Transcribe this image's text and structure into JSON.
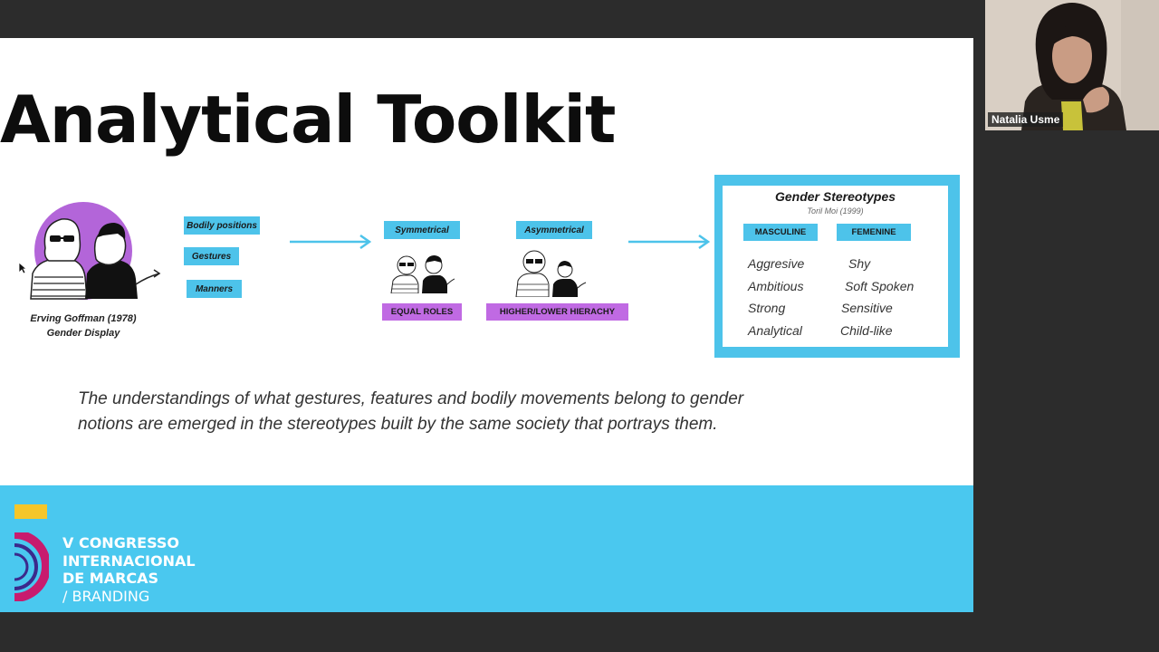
{
  "slide": {
    "title": "Analytical Toolkit",
    "caption_line1": "Erving Goffman  (1978)",
    "caption_line2": "Gender Display",
    "chips": {
      "bodily_positions": "Bodily positions",
      "gestures": "Gestures",
      "manners": "Manners",
      "symmetrical": "Symmetrical",
      "asymmetrical": "Asymmetrical",
      "equal_roles": "EQUAL ROLES",
      "hierarchy": "HIGHER/LOWER HIERACHY"
    },
    "stereotypes": {
      "title": "Gender Stereotypes",
      "subtitle": "Toril Moi (1999)",
      "masculine_header": "MASCULINE",
      "femenine_header": "FEMENINE",
      "masculine": [
        "Aggresive",
        "Ambitious",
        "Strong",
        "Analytical"
      ],
      "femenine": [
        "Shy",
        "Soft Spoken",
        "Sensitive",
        "Child-like"
      ]
    },
    "description": "The understandings of what gestures, features and bodily movements belong to gender notions are emerged in the stereotypes built by the same society that portrays them.",
    "banner": {
      "line1": "V CONGRESSO",
      "line2": "INTERNACIONAL",
      "line3": "DE MARCAS",
      "line4": "/ BRANDING"
    },
    "colors": {
      "accent_blue": "#4dc3ea",
      "accent_purple": "#c06ae3",
      "logo_yellow": "#f5c62a",
      "logo_magenta": "#c81b6e",
      "logo_indigo": "#3b2a8c"
    }
  },
  "video": {
    "participant_name": "Natalia Usme"
  }
}
